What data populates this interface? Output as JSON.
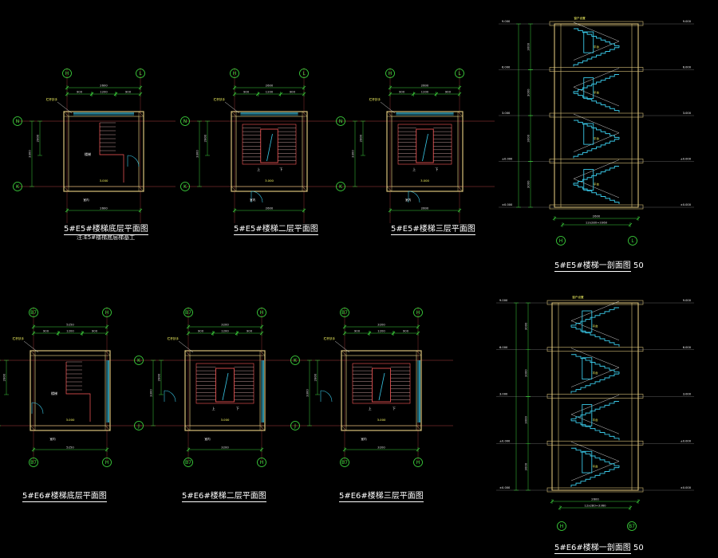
{
  "colors": {
    "background": "#000000",
    "wall": "#d9c27a",
    "stair": "#ff5a5a",
    "glass": "#39c7e6",
    "dimension": "#3cd23c",
    "axis_bubble": "#40e040",
    "gridline": "#b04040",
    "text": "#ffffff",
    "tag": "#ffff66"
  },
  "titles": {
    "plan_a_ground": "5#E5#楼梯底层平面图",
    "plan_a_ground_note": "注:E5#楼梯底层梯基工",
    "plan_a_second": "5#E5#楼梯二层平面图",
    "plan_a_third": "5#E5#楼梯三层平面图",
    "section_top": "5#E5#楼梯一剖面图",
    "section_top_scale": "50",
    "plan_b_ground": "5#E6#楼梯底层平面图",
    "plan_b_second": "5#E6#楼梯二层平面图",
    "plan_b_third": "5#E6#楼梯三层平面图",
    "section_bottom": "5#E6#楼梯一剖面图",
    "section_bottom_scale": "50"
  },
  "axis_labels": {
    "col_h": "H",
    "col_l": "L",
    "row_n": "N",
    "row_k": "K",
    "row_j": "J",
    "col_b7": "B7"
  },
  "dimensions": {
    "width_2600": "2600",
    "width_3200": "3200",
    "width_1200": "1200",
    "width_1400": "1400",
    "width_1800": "1800",
    "width_900": "900",
    "width_5250": "5250",
    "width_3000": "3000",
    "height_2800": "2800",
    "height_3300": "3300",
    "height_3000": "3000",
    "step_label": "12x280=3360"
  },
  "annotations": {
    "up": "上",
    "down": "下",
    "landing": "平台",
    "ground_floor": "室内",
    "elev_zero": "±0.000",
    "elev_3000": "3.000",
    "elev_6000": "6.000",
    "elev_9000": "9.000",
    "handrail": "栏杆扶手",
    "window_note": "窗户设置",
    "stair_note": "楼梯"
  }
}
